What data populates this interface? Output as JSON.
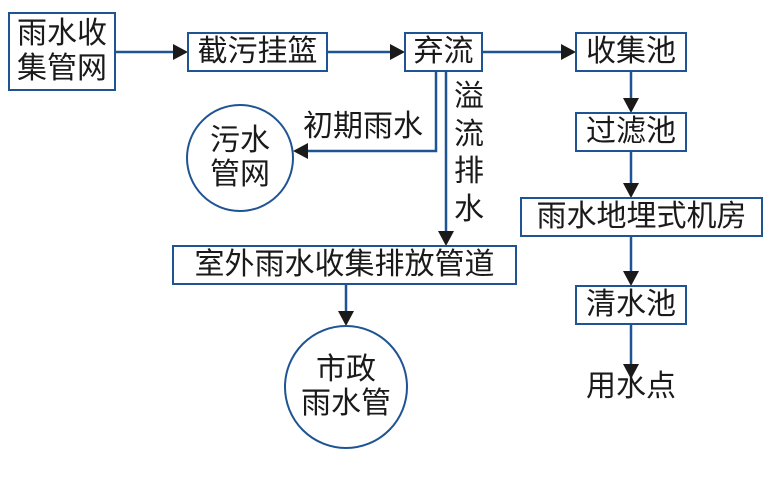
{
  "colors": {
    "border": "#1f5494",
    "line": "#1f5494",
    "arrow": "#1a1a1a",
    "text": "#1a1a1a"
  },
  "nodes": {
    "rain_network": "雨水收\n集管网",
    "basket": "截污挂篮",
    "diverter": "弃流",
    "collection_tank": "收集池",
    "sewage_network": "污水\n管网",
    "filter_tank": "过滤池",
    "machine_room": "雨水地埋式机房",
    "outdoor_pipe": "室外雨水收集排放管道",
    "clear_tank": "清水池",
    "municipal_pipe": "市政\n雨水管",
    "water_point": "用水点"
  },
  "edge_labels": {
    "initial_rain": "初期雨水",
    "overflow": "溢\n流\n排\n水"
  }
}
